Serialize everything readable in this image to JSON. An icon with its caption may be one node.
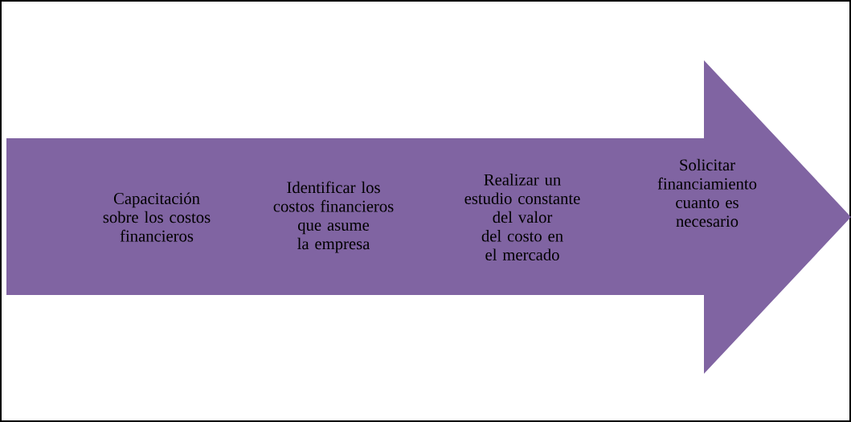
{
  "diagram": {
    "nodes": [
      {
        "text": [
          "Capacitación sobre los costos financieros",
          "Identificar los costos financieros que asume la empresa",
          "Realizar un estudio constante del valor del costo en el mercado",
          "Solicitar financiamiento cuanto es necesario"
        ]
      }
    ]
  }
}
